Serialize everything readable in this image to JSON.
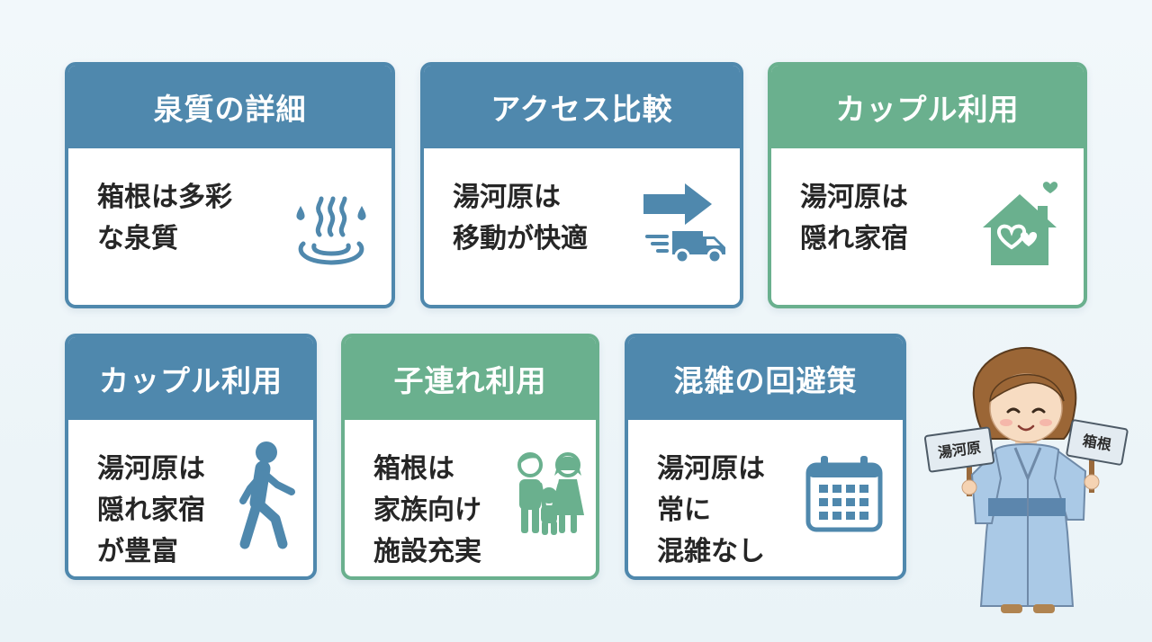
{
  "colors": {
    "blue_header": "#4f88ad",
    "green_header": "#6ab08e",
    "icon_blue": "#4f88ad",
    "icon_green": "#6ab08e",
    "background": "#eef5f9"
  },
  "cards": [
    {
      "title": "泉質の詳細",
      "theme": "blue",
      "lines": [
        "箱根は多彩",
        "な泉質"
      ],
      "icon": "hot-spring-icon"
    },
    {
      "title": "アクセス比較",
      "theme": "blue",
      "lines": [
        "湯河原は",
        "移動が快適"
      ],
      "icon": "fast-van-icon"
    },
    {
      "title": "カップル利用",
      "theme": "green",
      "lines": [
        "湯河原は",
        "隠れ家宿"
      ],
      "icon": "heart-house-icon"
    },
    {
      "title": "カップル利用",
      "theme": "blue",
      "lines": [
        "湯河原は",
        "隠れ家宿",
        "が豊富"
      ],
      "icon": "walking-person-icon"
    },
    {
      "title": "子連れ利用",
      "theme": "green",
      "lines": [
        "箱根は",
        "家族向け",
        "施設充実"
      ],
      "icon": "family-icon"
    },
    {
      "title": "混雑の回避策",
      "theme": "blue",
      "lines": [
        "湯河原は",
        "常に",
        "混雑なし"
      ],
      "icon": "calendar-icon"
    }
  ],
  "character": {
    "left_sign": "湯河原",
    "right_sign": "箱根"
  }
}
